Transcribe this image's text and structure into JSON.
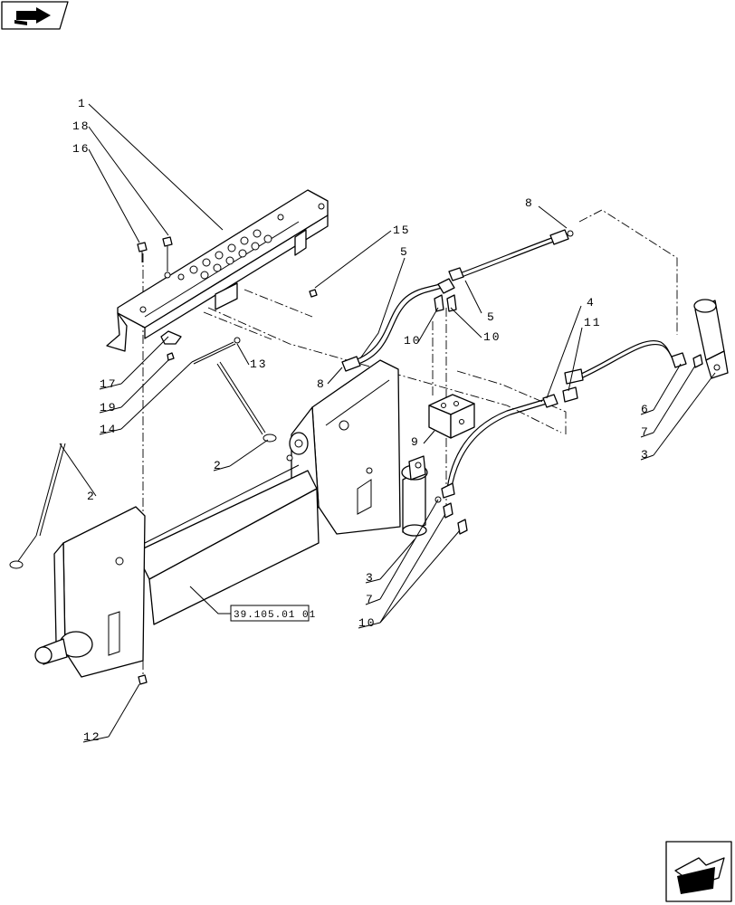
{
  "callouts": [
    {
      "id": "c1",
      "text": "1"
    },
    {
      "id": "c18",
      "text": "18"
    },
    {
      "id": "c16",
      "text": "16"
    },
    {
      "id": "c15",
      "text": "15"
    },
    {
      "id": "c5a",
      "text": "5"
    },
    {
      "id": "c5b",
      "text": "5"
    },
    {
      "id": "c8a",
      "text": "8"
    },
    {
      "id": "c8b",
      "text": "8"
    },
    {
      "id": "c10a",
      "text": "10"
    },
    {
      "id": "c10b",
      "text": "10"
    },
    {
      "id": "c10c",
      "text": "10"
    },
    {
      "id": "c4",
      "text": "4"
    },
    {
      "id": "c11",
      "text": "11"
    },
    {
      "id": "c6",
      "text": "6"
    },
    {
      "id": "c7a",
      "text": "7"
    },
    {
      "id": "c7b",
      "text": "7"
    },
    {
      "id": "c3a",
      "text": "3"
    },
    {
      "id": "c3b",
      "text": "3"
    },
    {
      "id": "c9",
      "text": "9"
    },
    {
      "id": "c13",
      "text": "13"
    },
    {
      "id": "c17",
      "text": "17"
    },
    {
      "id": "c19",
      "text": "19"
    },
    {
      "id": "c14",
      "text": "14"
    },
    {
      "id": "c2a",
      "text": "2"
    },
    {
      "id": "c2b",
      "text": "2"
    },
    {
      "id": "c12",
      "text": "12"
    }
  ],
  "reference_box": {
    "text": "39.105.01 01"
  },
  "icons": {
    "top_left": "book-arrow-icon",
    "bottom_right": "page-turn-arrow-icon"
  }
}
